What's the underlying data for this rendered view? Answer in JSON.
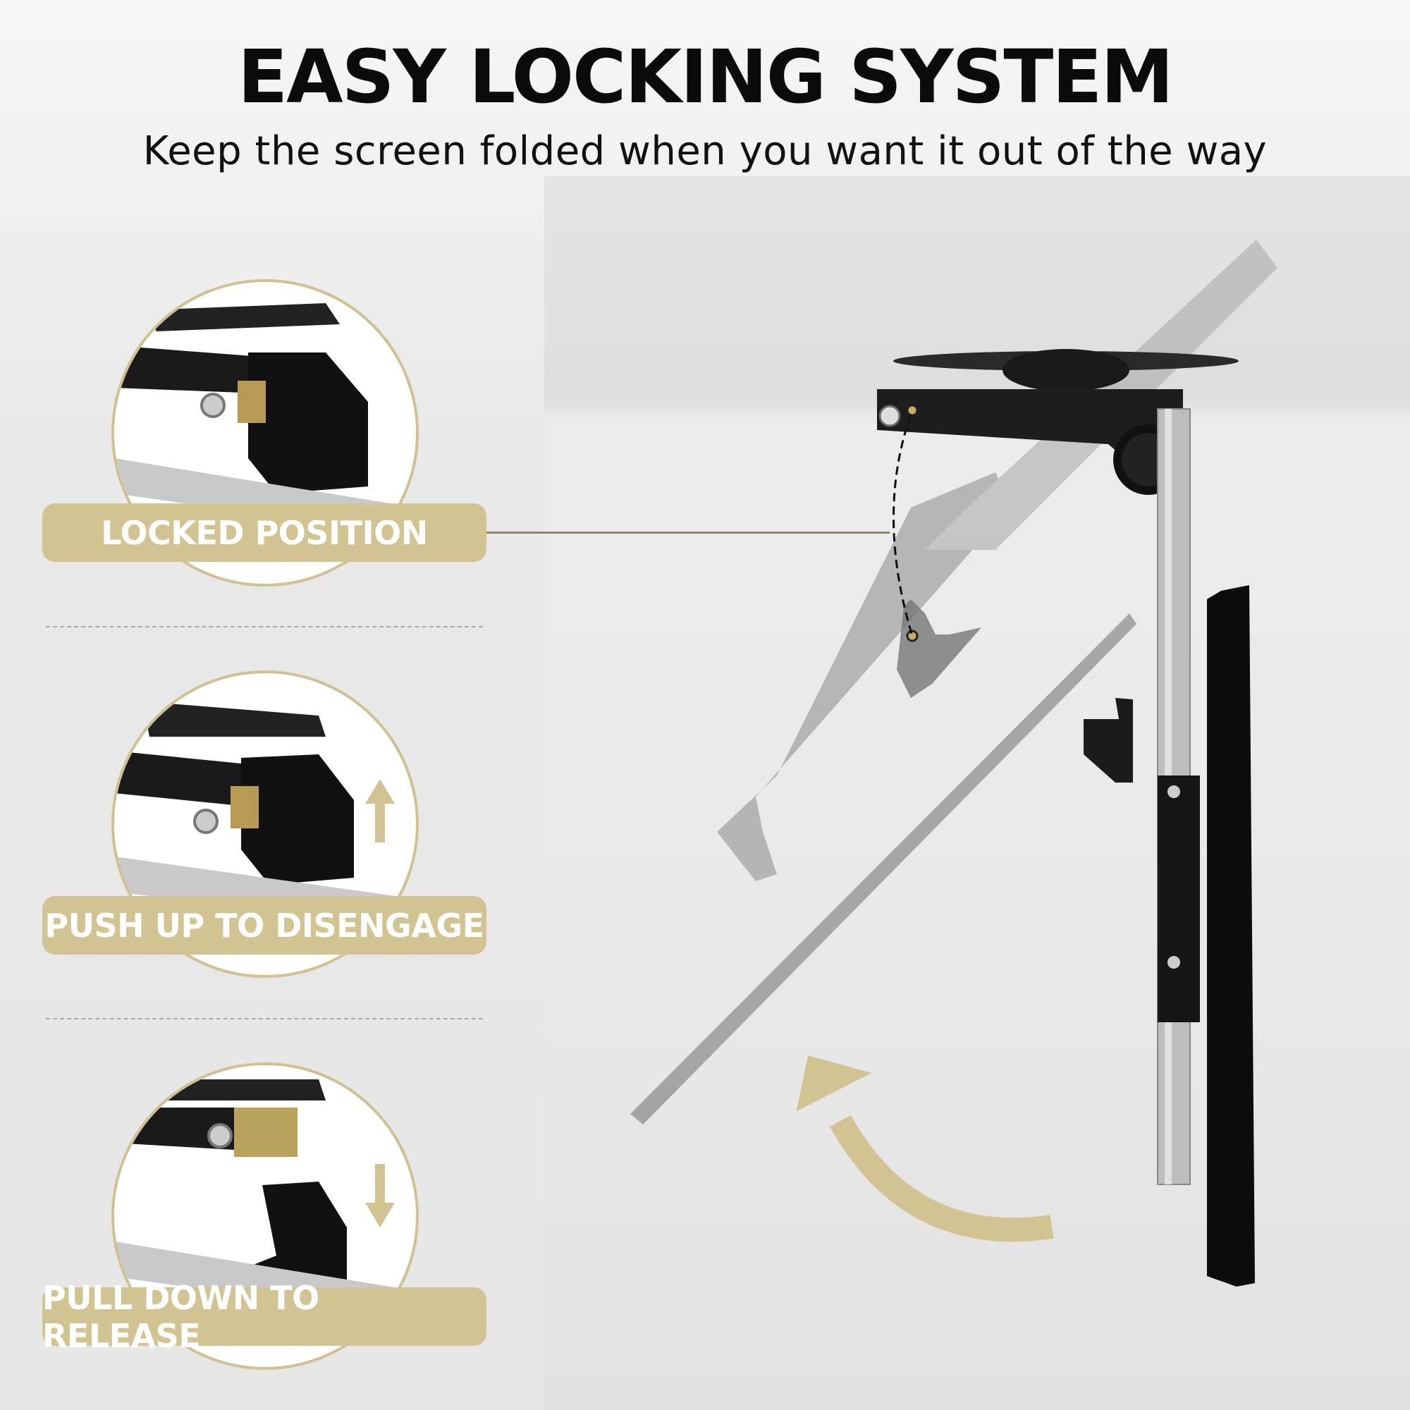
{
  "header": {
    "title": "EASY LOCKING SYSTEM",
    "subtitle": "Keep the screen folded when you want it out of the way"
  },
  "steps": [
    {
      "label": "LOCKED POSITION",
      "icon": "none"
    },
    {
      "label": "PUSH UP TO DISENGAGE",
      "icon": "arrow-up-icon"
    },
    {
      "label": "PULL DOWN TO RELEASE",
      "icon": "arrow-down-icon"
    }
  ],
  "colors": {
    "accent": "#d1c392",
    "text": "#0b0b0b"
  }
}
